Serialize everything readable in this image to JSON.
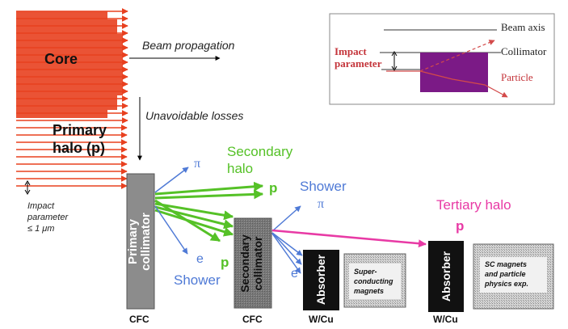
{
  "colors": {
    "beam_red": "#e8401f",
    "green": "#55c127",
    "blue": "#4f7ad6",
    "magenta": "#e83aa5",
    "collimator_gray": "#8a8a8a",
    "absorber_black": "#111111",
    "inset_collimator": "#7b1a86",
    "inset_red": "#d34a4a",
    "inset_label": "#c4343a"
  },
  "labels": {
    "core": "Core",
    "beam_propagation": "Beam propagation",
    "primary_halo": [
      "Primary",
      "halo (p)"
    ],
    "unavoidable_losses": "Unavoidable losses",
    "impact_parameter_bottom": [
      "Impact",
      "parameter",
      "≤ 1 μm"
    ],
    "secondary_halo": [
      "Secondary",
      "halo"
    ],
    "shower_top": "Shower",
    "shower_bottom": "Shower",
    "pi_top": "π",
    "pi_right": "π",
    "e_left": "e",
    "e_right": "e",
    "p_green_right": "p",
    "p_green_low": "p",
    "tertiary_halo": "Tertiary halo",
    "p_magenta": "p",
    "primary_collimator": [
      "Primary",
      "collimator"
    ],
    "secondary_collimator": [
      "Secondary",
      "collimator"
    ],
    "absorber_1": "Absorber",
    "absorber_2": "Absorber",
    "superconducting": [
      "Super-",
      "conducting",
      "magnets"
    ],
    "sc_magnets": [
      "SC magnets",
      "and particle",
      "physics exp."
    ],
    "cfc_1": "CFC",
    "cfc_2": "CFC",
    "wcu_1": "W/Cu",
    "wcu_2": "W/Cu"
  },
  "inset": {
    "beam_axis": "Beam axis",
    "collimator": "Collimator",
    "particle": "Particle",
    "impact_parameter": [
      "Impact",
      "parameter"
    ]
  }
}
